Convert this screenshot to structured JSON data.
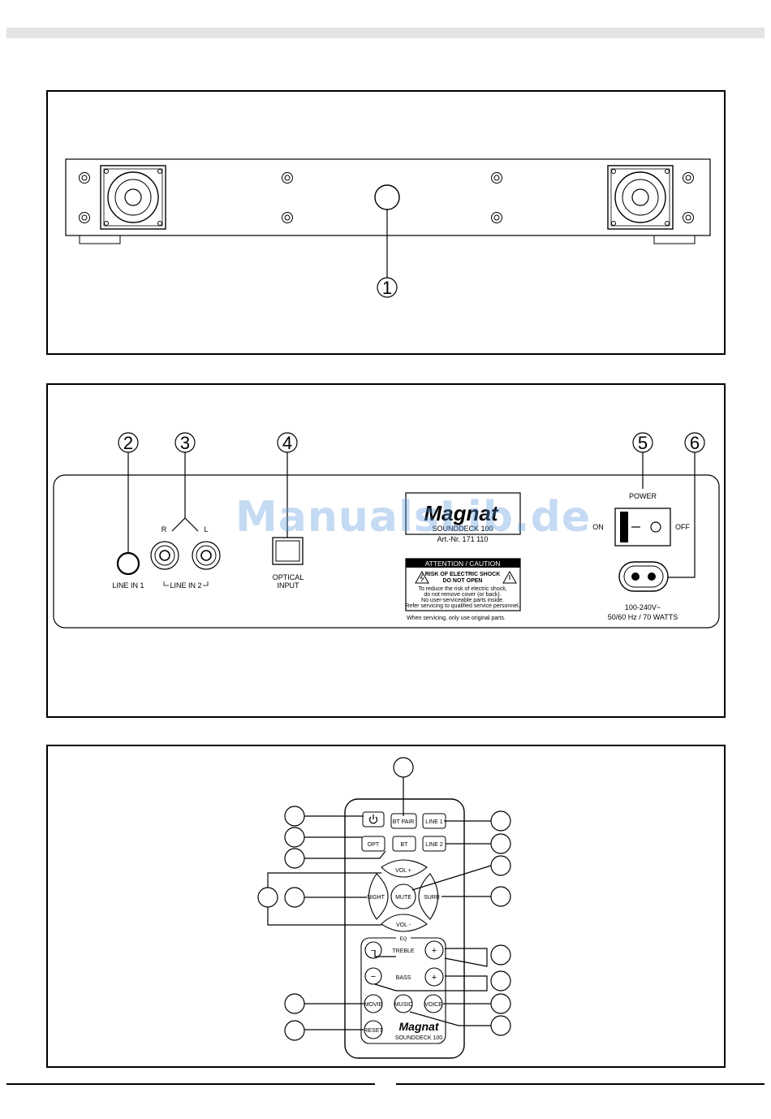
{
  "front": {
    "callout": "1"
  },
  "rear": {
    "callouts": [
      "2",
      "3",
      "4",
      "5",
      "6"
    ],
    "line_in_1": "LINE IN 1",
    "line_in_2": "LINE IN 2",
    "r": "R",
    "l": "L",
    "optical_1": "OPTICAL",
    "optical_2": "INPUT",
    "brand": "Magnat",
    "model": "SOUNDDECK 100",
    "art": "Art.-Nr. 171 110",
    "attention": "ATTENTION / CAUTION",
    "risk_1": "RISK OF ELECTRIC SHOCK",
    "risk_2": "DO NOT OPEN",
    "warn_1": "To reduce the risk of electric shock,",
    "warn_2": "do not remove cover (or back).",
    "warn_3": "No user-serviceable parts inside.",
    "warn_4": "Refer servicing to qualified service personnel.",
    "servicing": "When servicing, only use original parts.",
    "power": "POWER",
    "on": "ON",
    "off": "OFF",
    "volt": "100-240V~",
    "hz": "50/60 Hz / 70 WATTS"
  },
  "watermark": "ManualsLib.de",
  "remote": {
    "bt_pair": "BT PAIR",
    "line1": "LINE 1",
    "opt": "OPT",
    "bt": "BT",
    "line2": "LINE 2",
    "vol_plus": "VOL +",
    "vol_minus": "VOL -",
    "night": "NIGHT",
    "mute": "MUTE",
    "surr": "SURR",
    "eq": "EQ",
    "treble": "TREBLE",
    "bass": "BASS",
    "minus": "−",
    "plus": "+",
    "movie": "MOVIE",
    "music": "MUSIC",
    "voice": "VOICE",
    "reset": "RESET",
    "brand": "Magnat",
    "model": "SOUNDDECK 100"
  }
}
